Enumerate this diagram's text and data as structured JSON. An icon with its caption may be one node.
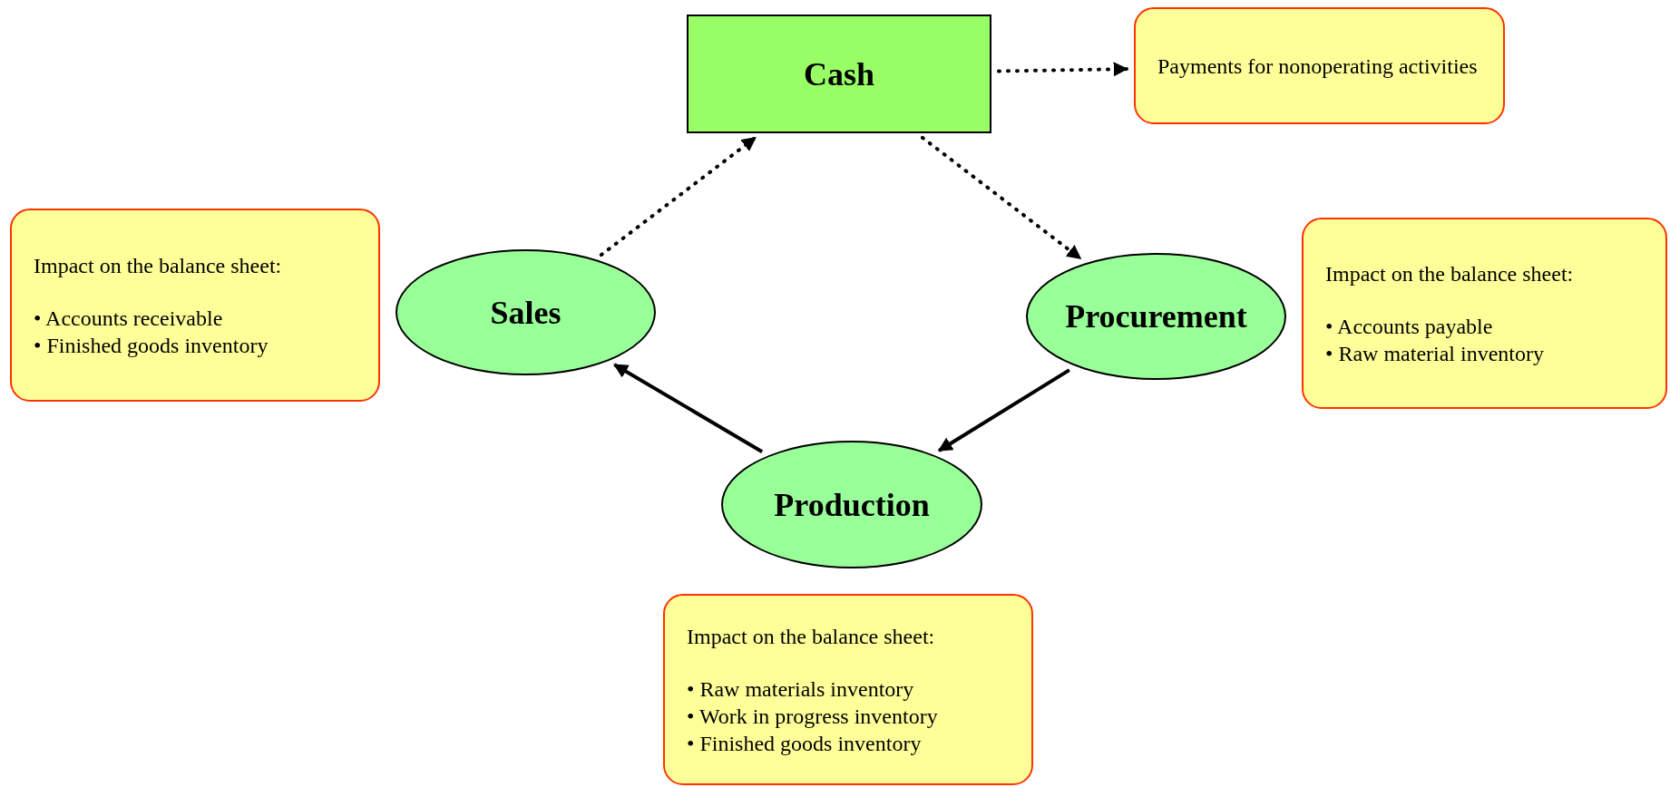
{
  "diagram": {
    "nodes": [
      {
        "text": [
          "Cash"
        ]
      },
      {
        "text": [
          "Payments for nonoperating activities"
        ]
      },
      {
        "text": [
          "Impact on the balance sheet:",
          "• Accounts receivable",
          "• Finished goods inventory"
        ]
      },
      {
        "text": [
          "Sales"
        ]
      },
      {
        "text": [
          "Procurement"
        ]
      },
      {
        "text": [
          "Impact on the balance sheet:",
          "• Accounts payable",
          "• Raw material inventory"
        ]
      },
      {
        "text": [
          "Production"
        ]
      },
      {
        "text": [
          "Impact on the balance sheet:",
          "• Raw materials inventory",
          "• Work in progress inventory",
          "• Finished goods inventory"
        ]
      }
    ],
    "edges": [
      {
        "from": 0,
        "to": 1,
        "arrow": "to",
        "style": "dashed"
      },
      {
        "from": 0,
        "to": 4,
        "arrow": "to",
        "style": "dashed"
      },
      {
        "from": 4,
        "to": 6,
        "arrow": "to"
      },
      {
        "from": 6,
        "to": 3,
        "arrow": "to"
      },
      {
        "from": 3,
        "to": 0,
        "arrow": "to",
        "style": "dashed"
      }
    ]
  }
}
